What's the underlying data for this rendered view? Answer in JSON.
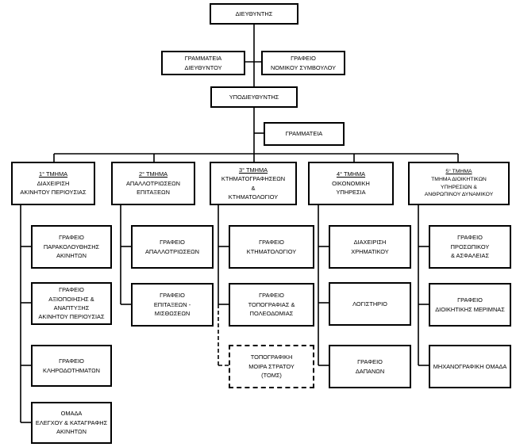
{
  "nodes": {
    "director": [
      "ΔΙΕΥΘΥΝΤΗΣ"
    ],
    "director_secretariat": [
      "ΓΡΑΜΜΑΤΕΙΑ",
      "ΔΙΕΥΘΥΝΤΟΥ"
    ],
    "legal_office": [
      "ΓΡΑΦΕΙΟ",
      "ΝΟΜΙΚΟΥ ΣΥΜΒΟΥΛΟΥ"
    ],
    "deputy_director": [
      "ΥΠΟΔΙΕΥΘΥΝΤΗΣ"
    ],
    "secretariat": [
      "ΓΡΑΜΜΑΤΕΙΑ"
    ],
    "dept1": [
      "1° ΤΜΗΜΑ",
      "ΔΙΑΧΕΙΡΙΣΗ",
      "ΑΚΙΝΗΤΟΥ ΠΕΡΙΟΥΣΙΑΣ"
    ],
    "dept2": [
      "2° ΤΜΗΜΑ",
      "ΑΠΑΛΛΟΤΡΙΩΣΕΩΝ",
      "ΕΠΙΤΑΞΕΩΝ"
    ],
    "dept3": [
      "3° ΤΜΗΜΑ",
      "ΚΤΗΜΑΤΟΓΡΑΦΗΣΕΩΝ",
      "&",
      "ΚΤΗΜΑΤΟΛΟΓΙΟΥ"
    ],
    "dept4": [
      "4° ΤΜΗΜΑ",
      "ΟΙΚΟΝΟΜΙΚΗ",
      "ΥΠΗΡΕΣΙΑ"
    ],
    "dept5": [
      "5° ΤΜΗΜΑ",
      "ΤΜΗΜΑ ΔΙΟΙΚΗΤΙΚΩΝ",
      "ΥΠΗΡΕΣΙΩΝ &",
      "ΑΝΘΡΩΠΙΝΟΥ ΔΥΝΑΜΙΚΟΥ"
    ],
    "d1_a": [
      "ΓΡΑΦΕΙΟ",
      "ΠΑΡΑΚΟΛΟΥΘΗΣΗΣ",
      "ΑΚΙΝΗΤΩΝ"
    ],
    "d1_b": [
      "ΓΡΑΦΕΙΟ",
      "ΑΞΙΟΠΟΙΗΣΗΣ &",
      "ΑΝΑΠΤΥΞΗΣ",
      "ΑΚΙΝΗΤΟΥ ΠΕΡΙΟΥΣΙΑΣ"
    ],
    "d1_c": [
      "ΓΡΑΦΕΙΟ",
      "ΚΛΗΡΟΔΟΤΗΜΑΤΩΝ"
    ],
    "d1_d": [
      "ΟΜΑΔΑ",
      "ΕΛΕΓΧΟΥ & ΚΑΤΑΓΡΑΦΗΣ",
      "ΑΚΙΝΗΤΩΝ"
    ],
    "d2_a": [
      "ΓΡΑΦΕΙΟ",
      "ΑΠΑΛΛΟΤΡΙΩΣΕΩΝ"
    ],
    "d2_b": [
      "ΓΡΑΦΕΙΟ",
      "ΕΠΙΤΑΞΕΩΝ -",
      "ΜΙΣΘΩΣΕΩΝ"
    ],
    "d3_a": [
      "ΓΡΑΦΕΙΟ",
      "ΚΤΗΜΑΤΟΛΟΓΙΟΥ"
    ],
    "d3_b": [
      "ΓΡΑΦΕΙΟ",
      "ΤΟΠΟΓΡΑΦΙΑΣ &",
      "ΠΟΛΕΟΔΟΜΙΑΣ"
    ],
    "d3_c": [
      "ΤΟΠΟΓΡΑΦΙΚΗ",
      "ΜΟΙΡΑ ΣΤΡΑΤΟΥ",
      "(ΤΟΜΣ)"
    ],
    "d4_a": [
      "ΔΙΑΧΕΙΡΙΣΗ",
      "ΧΡΗΜΑΤΙΚΟΥ"
    ],
    "d4_b": [
      "ΛΟΓΙΣΤΗΡΙΟ"
    ],
    "d4_c": [
      "ΓΡΑΦΕΙΟ",
      "ΔΑΠΑΝΩΝ"
    ],
    "d5_a": [
      "ΓΡΑΦΕΙΟ",
      "ΠΡΟΣΩΠΙΚΟΥ",
      "& ΑΣΦΑΛΕΙΑΣ"
    ],
    "d5_b": [
      "ΓΡΑΦΕΙΟ",
      "ΔΙΟΙΚΗΤΙΚΗΣ ΜΕΡΙΜΝΑΣ"
    ],
    "d5_c": [
      "ΜΗΧΑΝΟΓΡΑΦΙΚΗ ΟΜΑΔΑ"
    ]
  }
}
